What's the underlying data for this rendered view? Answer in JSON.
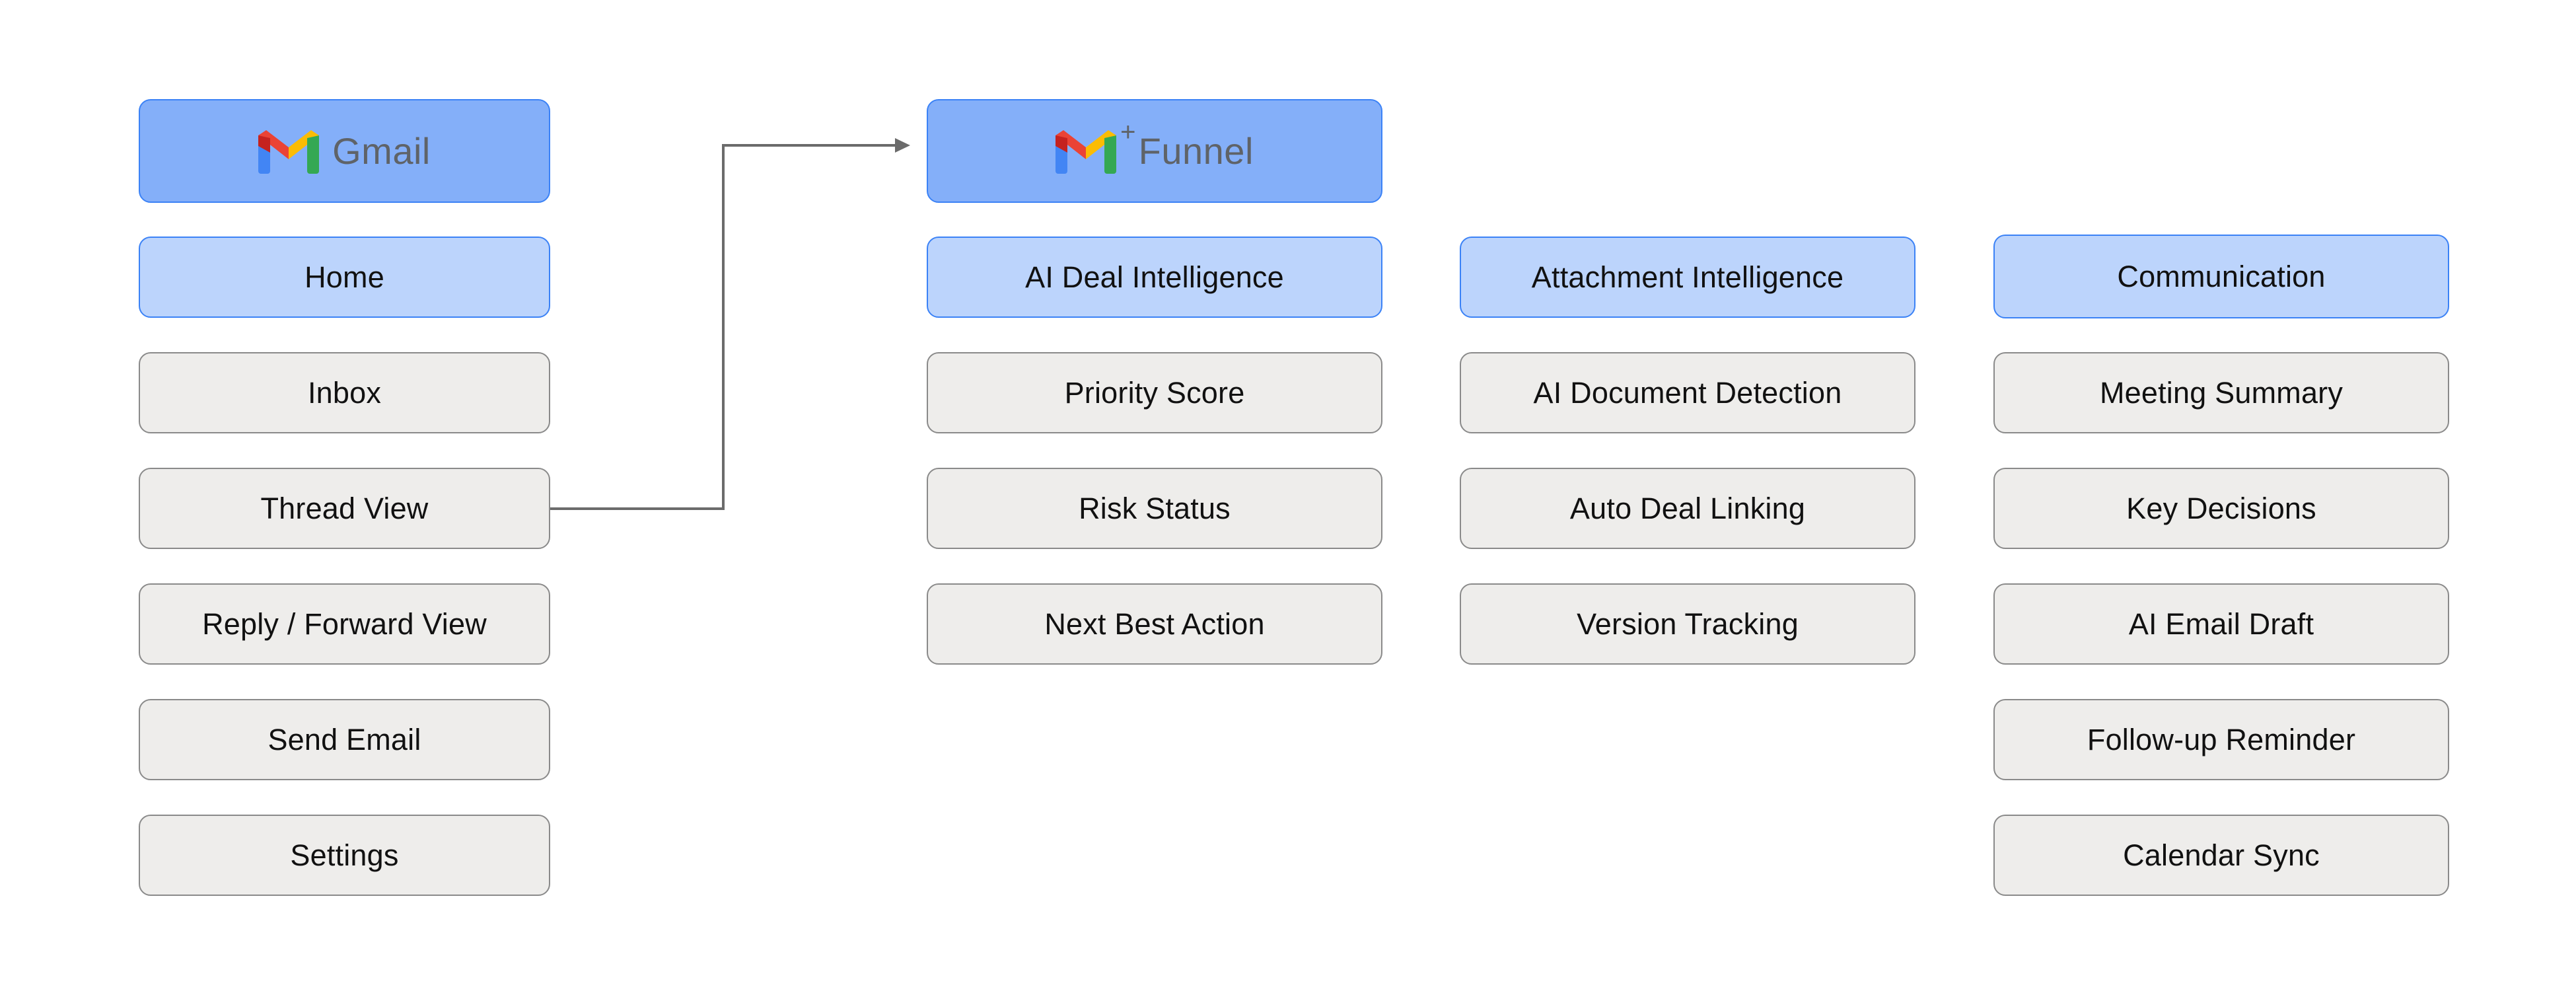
{
  "gmail": {
    "header_label": "Gmail",
    "items": [
      "Home",
      "Inbox",
      "Thread View",
      "Reply / Forward View",
      "Send Email",
      "Settings"
    ]
  },
  "funnel": {
    "header_plus": "+",
    "header_label": "Funnel"
  },
  "deal_intelligence": {
    "title": "AI Deal Intelligence",
    "items": [
      "Priority Score",
      "Risk Status",
      "Next Best Action"
    ]
  },
  "attachment_intelligence": {
    "title": "Attachment Intelligence",
    "items": [
      "AI Document Detection",
      "Auto Deal Linking",
      "Version Tracking"
    ]
  },
  "communication": {
    "title": "Communication",
    "items": [
      "Meeting Summary",
      "Key Decisions",
      "AI Email Draft",
      "Follow-up Reminder",
      "Calendar Sync"
    ]
  },
  "colors": {
    "header_blue": "#84aff9",
    "section_blue": "#bcd4fc",
    "border_blue": "#3b82f6",
    "item_grey": "#eeedeb",
    "item_border": "#8a8a8a",
    "connector": "#6b6b6b"
  },
  "icons": {
    "gmail_logo": "gmail-m-logo-icon",
    "arrow": "arrow-head-icon"
  }
}
